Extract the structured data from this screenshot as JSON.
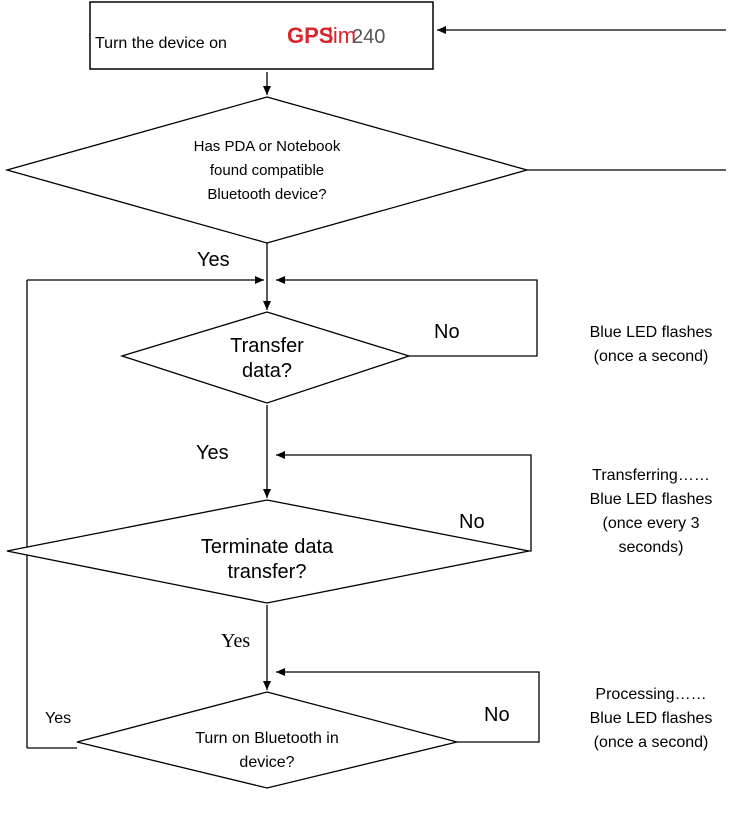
{
  "start": {
    "label": "Turn the device on",
    "logo_text_gps": "GPS",
    "logo_text_lim": "lim",
    "logo_text_model": "240",
    "logo_color": "#d8262f"
  },
  "decisions": {
    "found_device": {
      "lines": [
        "Has PDA or Notebook",
        "found compatible",
        "Bluetooth device?"
      ]
    },
    "transfer_data": {
      "lines": [
        "Transfer",
        "data?"
      ]
    },
    "terminate": {
      "lines": [
        "Terminate data",
        "transfer?"
      ]
    },
    "turn_on_bt": {
      "lines": [
        "Turn on Bluetooth in",
        "device?"
      ]
    }
  },
  "edge_labels": {
    "yes_1": "Yes",
    "no_1": "No",
    "yes_2": "Yes",
    "no_2": "No",
    "yes_3": "Yes",
    "no_3": "No",
    "yes_left": "Yes"
  },
  "notes": {
    "note_1": [
      "Blue LED flashes",
      "(once a second)"
    ],
    "note_2": [
      "Transferring……",
      "Blue LED flashes",
      "(once every 3",
      "seconds)"
    ],
    "note_3": [
      "Processing……",
      "Blue LED flashes",
      "(once a second)"
    ]
  }
}
